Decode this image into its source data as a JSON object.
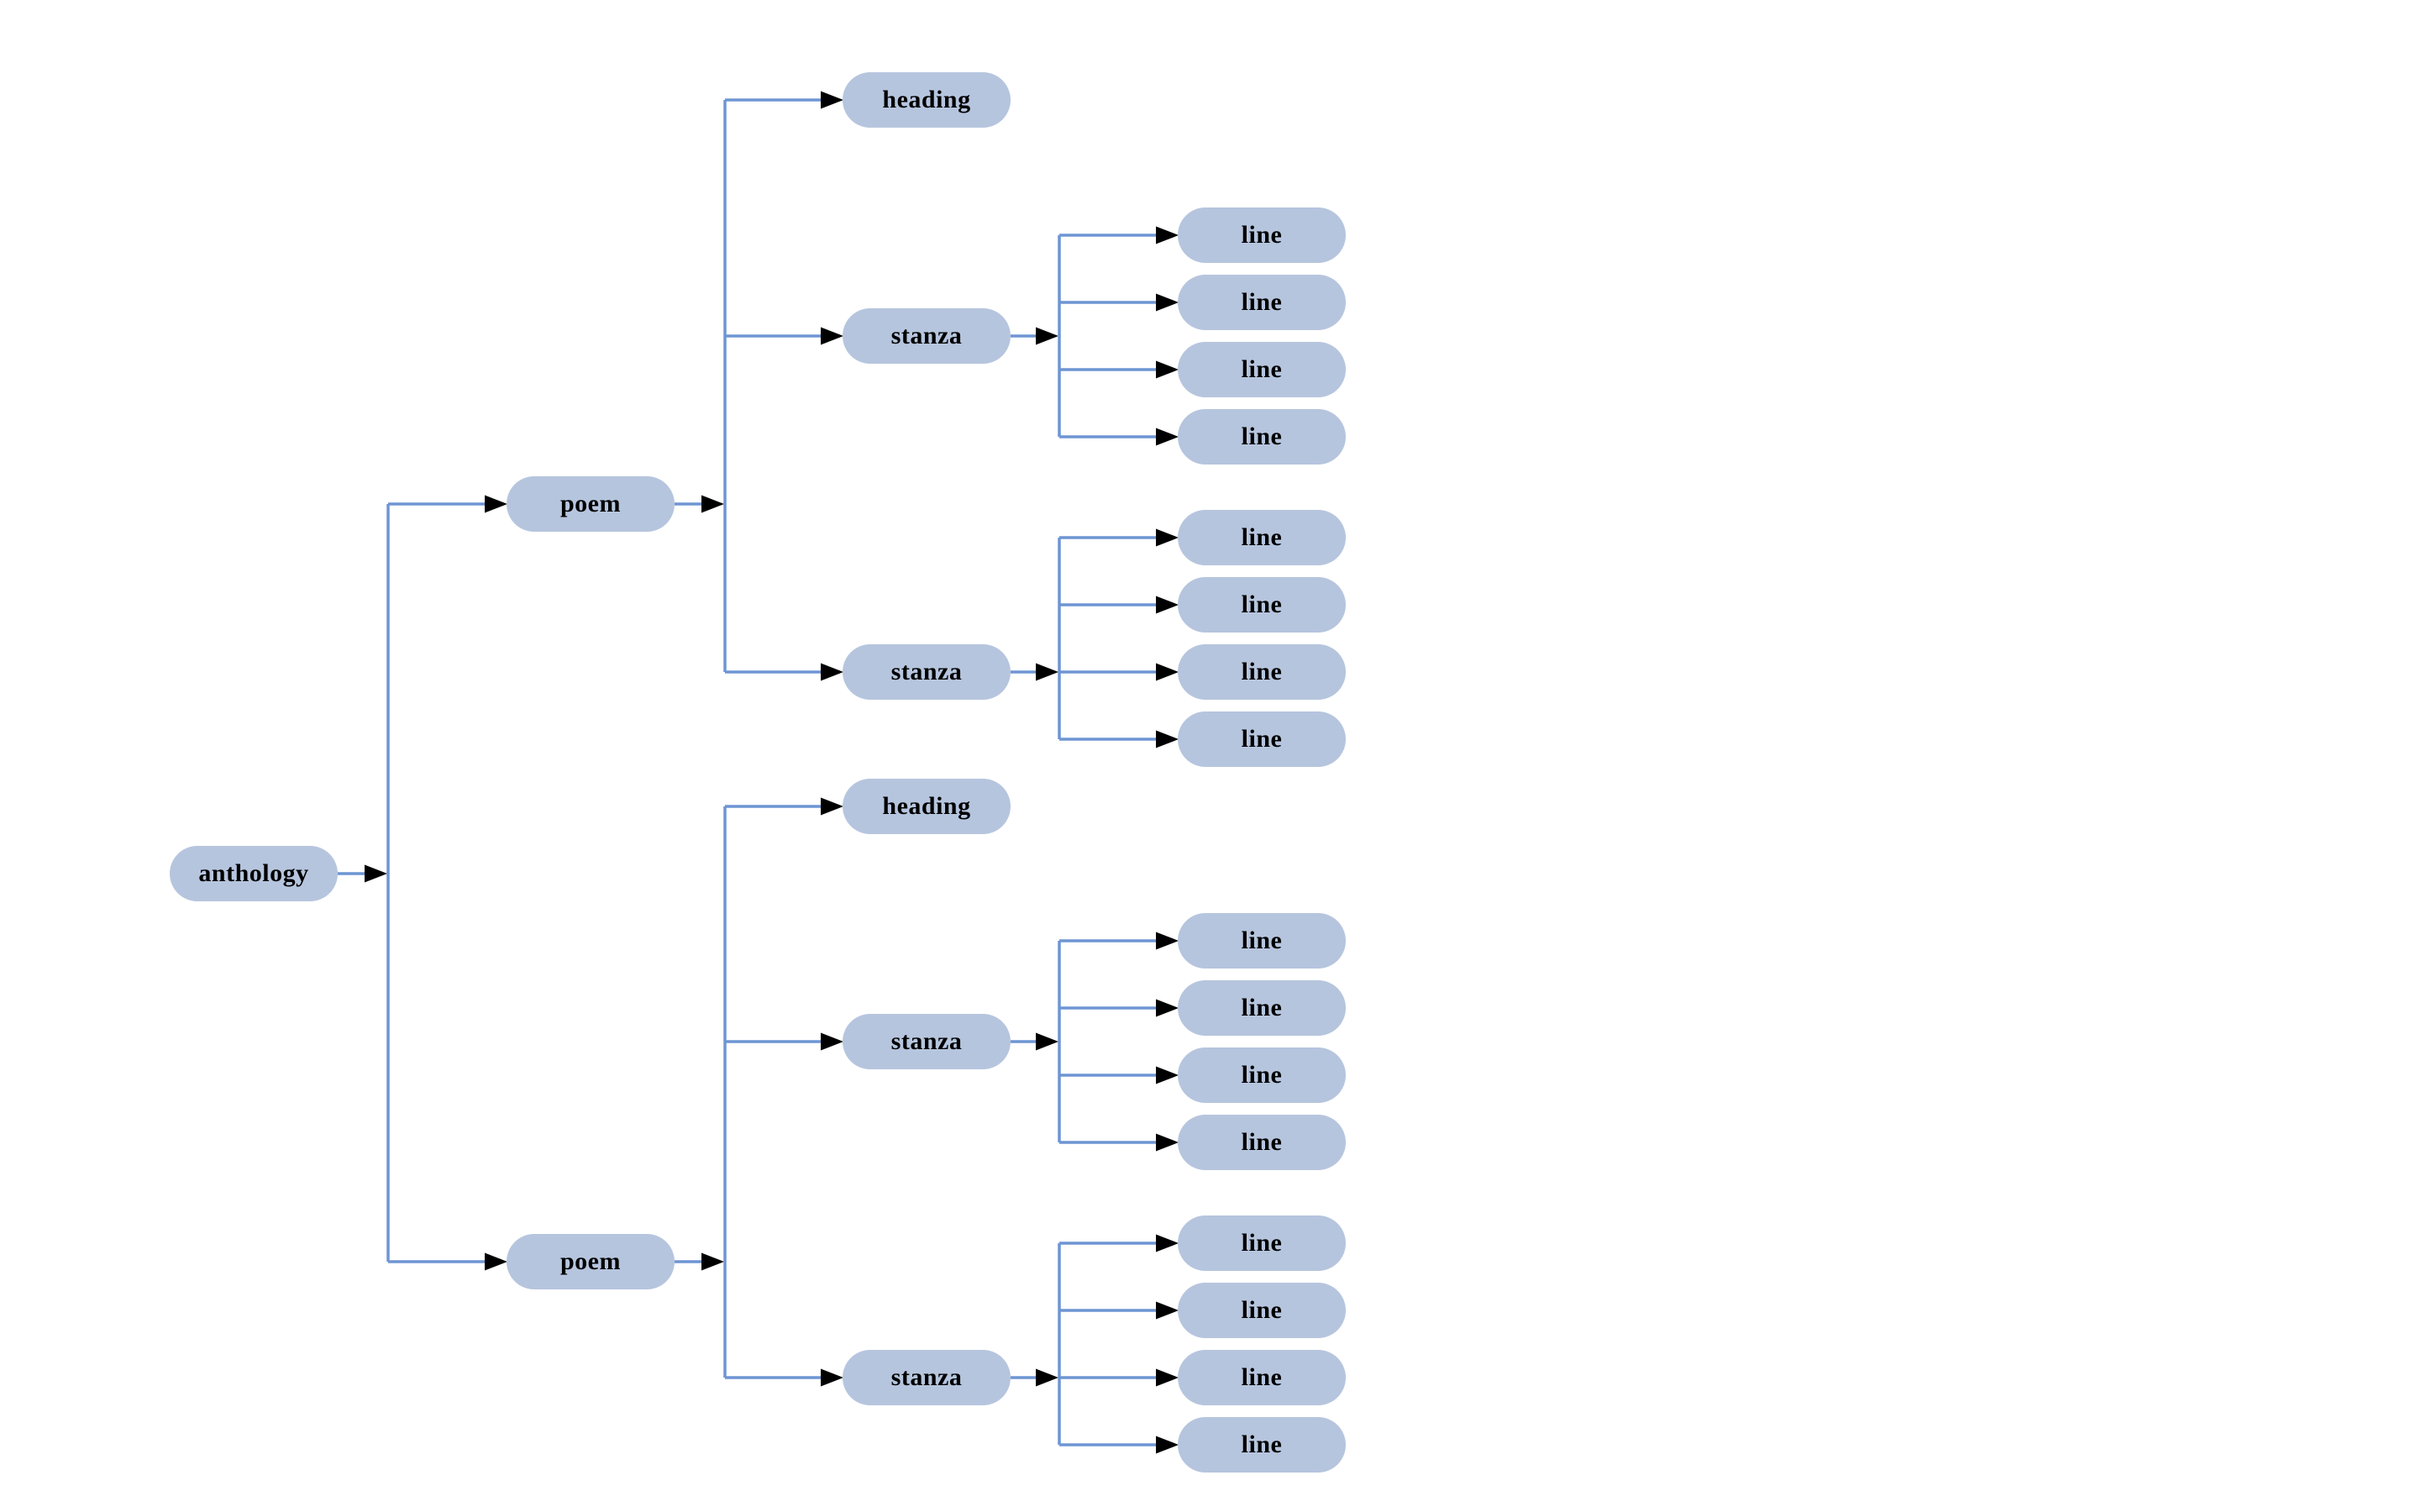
{
  "diagram": {
    "type": "tree",
    "orientation": "left-to-right",
    "colors": {
      "node_fill": "#b6c5de",
      "edge_line": "#6e95d3",
      "arrowhead": "#000000",
      "label_text": "#000000",
      "background": "#ffffff"
    },
    "root": {
      "label": "anthology",
      "children": [
        {
          "label": "poem",
          "children": [
            {
              "label": "heading",
              "children": []
            },
            {
              "label": "stanza",
              "children": [
                {
                  "label": "line",
                  "children": []
                },
                {
                  "label": "line",
                  "children": []
                },
                {
                  "label": "line",
                  "children": []
                },
                {
                  "label": "line",
                  "children": []
                }
              ]
            },
            {
              "label": "stanza",
              "children": [
                {
                  "label": "line",
                  "children": []
                },
                {
                  "label": "line",
                  "children": []
                },
                {
                  "label": "line",
                  "children": []
                },
                {
                  "label": "line",
                  "children": []
                }
              ]
            }
          ]
        },
        {
          "label": "poem",
          "children": [
            {
              "label": "heading",
              "children": []
            },
            {
              "label": "stanza",
              "children": [
                {
                  "label": "line",
                  "children": []
                },
                {
                  "label": "line",
                  "children": []
                },
                {
                  "label": "line",
                  "children": []
                },
                {
                  "label": "line",
                  "children": []
                }
              ]
            },
            {
              "label": "stanza",
              "children": [
                {
                  "label": "line",
                  "children": []
                },
                {
                  "label": "line",
                  "children": []
                },
                {
                  "label": "line",
                  "children": []
                },
                {
                  "label": "line",
                  "children": []
                }
              ]
            }
          ]
        }
      ]
    }
  }
}
